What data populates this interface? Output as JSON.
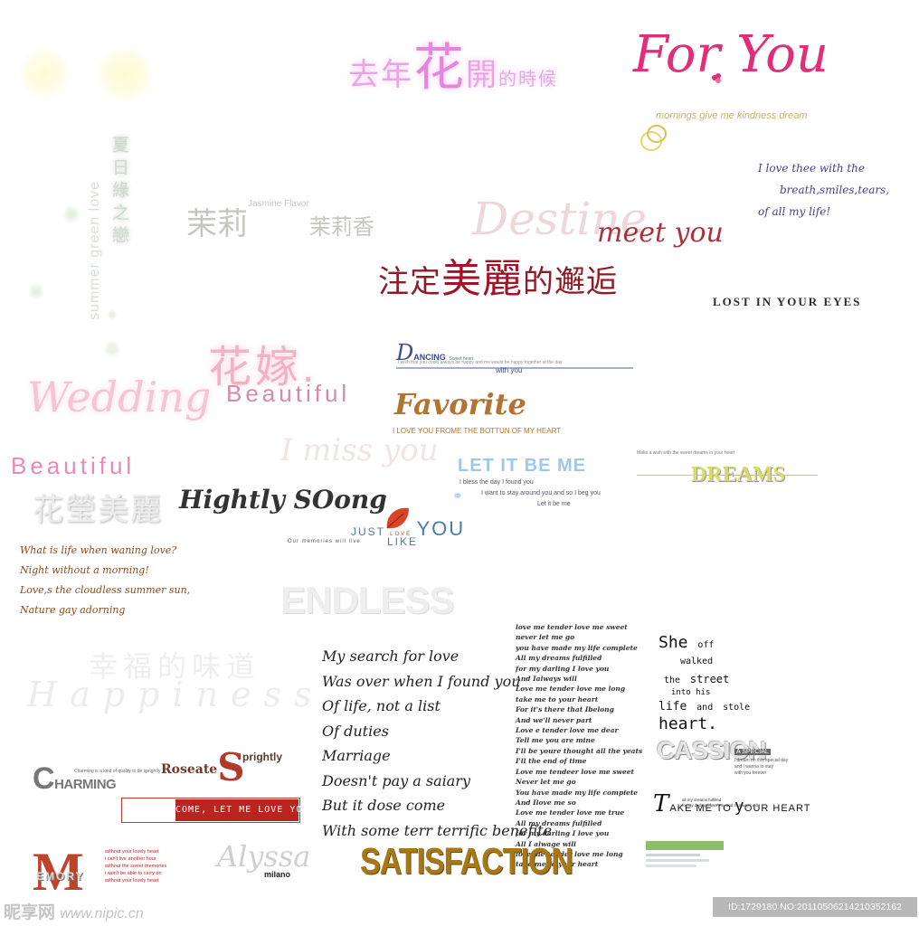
{
  "texts": {
    "qunian_1": "去",
    "qunian_2": "年",
    "qunian_3": "花",
    "qunian_4": "開",
    "qunian_5": "的時候",
    "foryou": "For You",
    "foryou_sub": "mornings give me kindness dream",
    "ilove_1": "I love thee with the",
    "ilove_2": "breath,smiles,tears,",
    "ilove_3": "of all my life!",
    "xiari": "夏日綠之戀",
    "summer": "summer green love",
    "moli_big": "茉莉",
    "moli_sub": "Jasmine Flavor",
    "moli_end": "茉莉香",
    "destine": "Destine",
    "meetyou": "meet you",
    "zhuding_1": "注定",
    "zhuding_2": "美麗",
    "zhuding_3": "的邂逅",
    "lost": "LOST IN YOUR EYES",
    "huajia": "花嫁.",
    "wedding": "Wedding",
    "beautiful1": "Beautiful",
    "dancing_d": "D",
    "dancing_rest": "ANCING",
    "dancing_sub": "Sweet heart",
    "withyou": "with you",
    "dancing_tiny": "I wish that you could always be happy and me would be happy together at the day",
    "favorite": "Favorite",
    "favorite_sub": "I LOVE YOU FROME THE BOTTUN OF MY HEART",
    "imiss": "I miss you",
    "beautiful2": "Beautiful",
    "huaying": "花瑩美麗",
    "hightly": "Hightly SOong",
    "letitbe": "LET IT BE ME",
    "letitbe_1": "I bless the day I found you",
    "letitbe_2": "I want to stay around you and so I beg you",
    "letitbe_3": "Let it be me",
    "ribbon": "⚭",
    "dreams_small": "Make a wish with the sweet dreams in your heart",
    "dreams": "DREAMS",
    "justlike_just": "JUST",
    "justlike_like": "LIKE",
    "justlike_love": "LOVE",
    "justlike_you": "YOU",
    "justlike_sub": "Our memories will live",
    "poem1_1": "What is life when waning love?",
    "poem1_2": "Night without a morning!",
    "poem1_3": "Love,s the cloudless summer sun,",
    "poem1_4": "Nature gay adorning",
    "endless": "ENDLESS",
    "xingfu": "幸福的味道",
    "happiness": "Happiness",
    "poem2": [
      "My search for love",
      "Was over when I found you",
      "Of life, not a list",
      "Of duties",
      "Marriage",
      "Doesn't pay a saiary",
      "But it dose come",
      "With some terr terrific benefite"
    ],
    "poem3": [
      "love me tender love me sweet",
      "never let me go",
      "you have made my life complete",
      "All my dreams fulfilled",
      "for my darling I love you",
      "And Ialways will",
      "Love me tender love me long",
      "take me to your heart",
      "For it's there that Ibelong",
      "And we'll never part",
      "Love e tender love me dear",
      "Tell me you are mine",
      "I'll be youre thought all the yeats",
      "I'll the end of time",
      "Love me tendeer love me sweet",
      "Never let me go",
      "You have made my life compiete",
      "And Ilove me so",
      "Love me tender love me true",
      "All my dreams fulfilled",
      "for my darling I love you",
      "All I alwage will",
      "love me tender love me long",
      "take me to your heart"
    ],
    "she": "She",
    "she_off": "off",
    "she_walked": "walked",
    "she_the": "the",
    "she_street": "street",
    "she_into": "into",
    "she_his": "his",
    "she_life": "life",
    "she_and": "and",
    "she_stole": "stole",
    "she_heart": "heart.",
    "cassion": "CASSION",
    "special": "A SPECIAL",
    "special_lines": "i dream on this special day\nand i wanna to stay\nwith you forever",
    "take_t": "T",
    "take_1": "AKE ME TO ",
    "take_y": "y",
    "take_2": "OUR HEART",
    "take_tiny": "all my dreams fulfilled\nfor my darling i love you and i'll always will",
    "roseate": "Roseate",
    "roseate_s": "S",
    "sprightly": "prightly",
    "roseate_sub": "Charming is a kind of quality to be sprightly",
    "charming_c": "C",
    "charming": "HARMING",
    "comelet": "COME, LET ME LOVE YOU.",
    "memory_m": "M",
    "memory": "EMORY",
    "memory_lines": "without your lovely heart\ni can't live another hour\nwithout the sweet memories\ni won't be able to carry on\nwithout your lovely heart",
    "alyssa": "Alyssa",
    "milano": "milano",
    "satisfaction": "SATISFACTION",
    "footer_logo": "昵享网",
    "footer_url": "www.nipic.cn",
    "footer_id": "ID:1729180 NO:20110506214210352162"
  },
  "colors": {
    "accent_pink": "#e22d79",
    "accent_red": "#a4122a",
    "gold": "#a97816"
  }
}
